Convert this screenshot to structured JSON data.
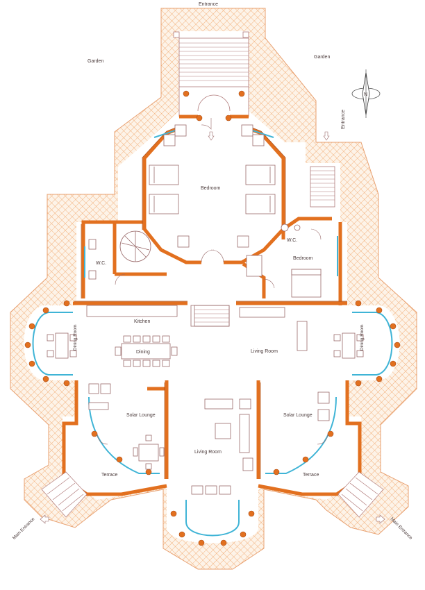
{
  "labels": {
    "entrance_top": "Entrance",
    "entrance_right": "Entrance",
    "garden_left": "Garden",
    "garden_right": "Garden",
    "bedroom_top": "Bedroom",
    "bedroom_right": "Bedroom",
    "wc_left": "W.C.",
    "wc_right": "W.C.",
    "kitchen": "Kitchen",
    "dining": "Dining",
    "dining_room_left": "Dining Room",
    "dining_room_right": "Dining Room",
    "living_room_upper": "Living Room",
    "living_room_lower": "Living Room",
    "solar_lounge_left": "Solar Lounge",
    "solar_lounge_right": "Solar Lounge",
    "terrace_left": "Terrace",
    "terrace_right": "Terrace",
    "main_entrance_left": "Main Entrance",
    "main_entrance_right": "Main Entrance",
    "compass_n": "N"
  },
  "colors": {
    "wall": "#e2701f",
    "wall_dark": "#a84a14",
    "hatch": "#f0a060",
    "hatch_bg": "#fdf3e8",
    "glass": "#3fb4d6",
    "column": "#e2701f",
    "furniture": "#9a6a6a",
    "interior_line": "#b07a7a"
  }
}
